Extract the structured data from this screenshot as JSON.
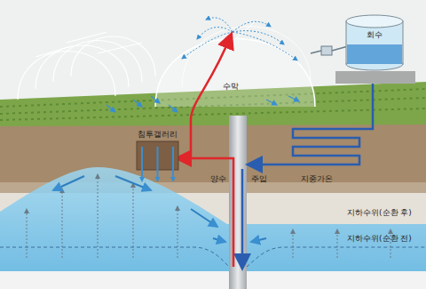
{
  "diagram": {
    "nodes": [
      {
        "text": [
          "회수"
        ]
      },
      {
        "text": [
          "침투갤러리"
        ]
      }
    ],
    "labels": [
      "수막",
      "양수",
      "주입",
      "지중가온",
      "지하수위(순환 후)",
      "지하수위(순환 전)"
    ]
  }
}
